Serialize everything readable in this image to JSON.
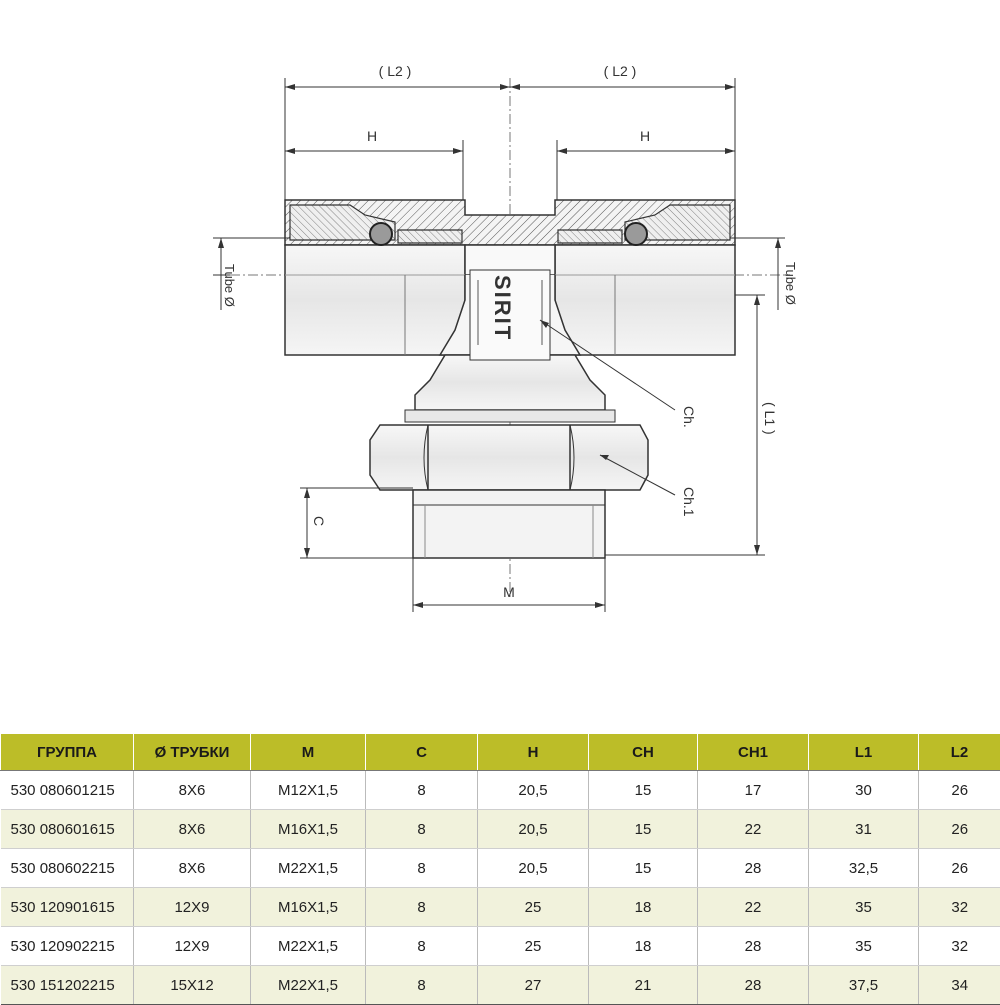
{
  "drawing": {
    "brand": "SIRIT",
    "dims": {
      "l2_left": "( L2 )",
      "l2_right": "( L2 )",
      "h_left": "H",
      "h_right": "H",
      "tube_left": "Tube Ø",
      "tube_right": "Tube Ø",
      "l1": "( L1 )",
      "c": "C",
      "m": "M",
      "ch": "Ch.",
      "ch1": "Ch.1"
    }
  },
  "table": {
    "header_color": "#bcbd28",
    "alt_row_color": "#f1f2dc",
    "columns": [
      "ГРУППА",
      "Ø ТРУБКИ",
      "M",
      "C",
      "H",
      "CH",
      "CH1",
      "L1",
      "L2"
    ],
    "rows": [
      [
        "530 080601215",
        "8X6",
        "M12X1,5",
        "8",
        "20,5",
        "15",
        "17",
        "30",
        "26"
      ],
      [
        "530 080601615",
        "8X6",
        "M16X1,5",
        "8",
        "20,5",
        "15",
        "22",
        "31",
        "26"
      ],
      [
        "530 080602215",
        "8X6",
        "M22X1,5",
        "8",
        "20,5",
        "15",
        "28",
        "32,5",
        "26"
      ],
      [
        "530 120901615",
        "12X9",
        "M16X1,5",
        "8",
        "25",
        "18",
        "22",
        "35",
        "32"
      ],
      [
        "530 120902215",
        "12X9",
        "M22X1,5",
        "8",
        "25",
        "18",
        "28",
        "35",
        "32"
      ],
      [
        "530 151202215",
        "15X12",
        "M22X1,5",
        "8",
        "27",
        "21",
        "28",
        "37,5",
        "34"
      ]
    ]
  }
}
